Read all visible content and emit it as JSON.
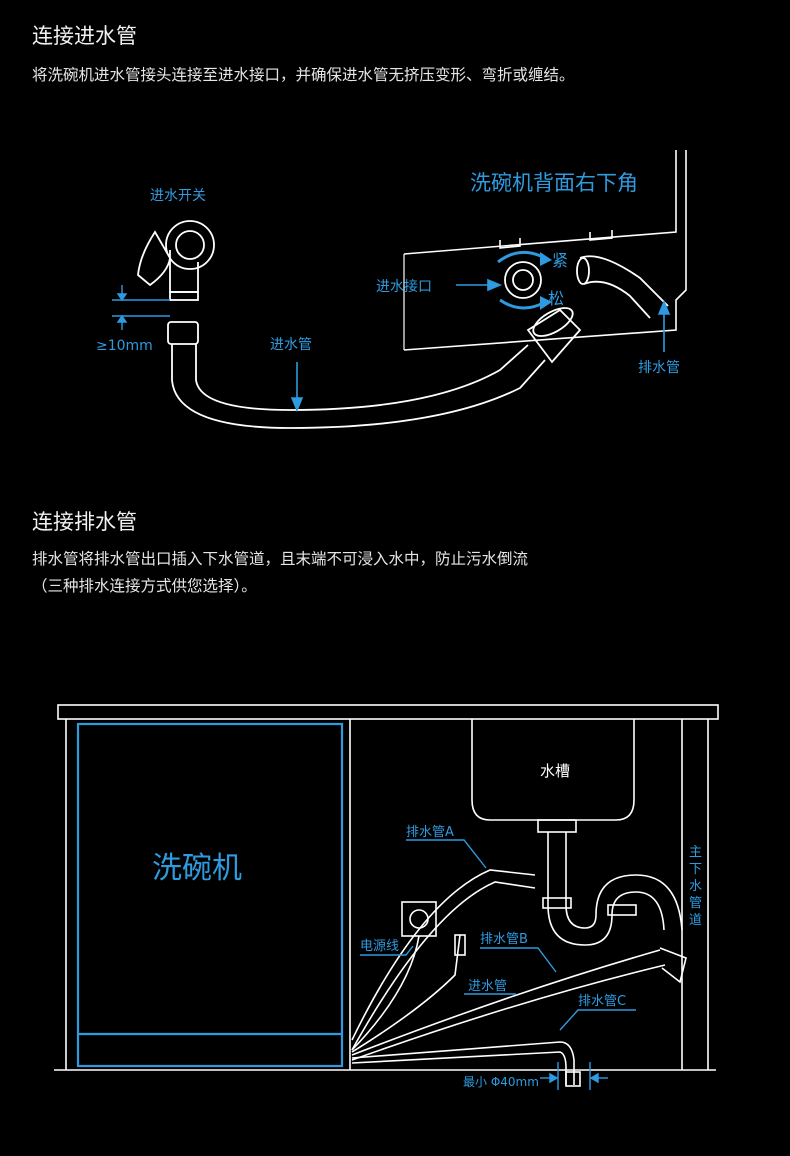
{
  "section1": {
    "title": "连接进水管",
    "desc": "将洗碗机进水管接头连接至进水接口，并确保进水管无挤压变形、弯折或缠结。",
    "diagram": {
      "corner_title": "洗碗机背面右下角",
      "label_inlet_switch": "进水开关",
      "label_gap": "≥10mm",
      "label_inlet_hose": "进水管",
      "label_inlet_port": "进水接口",
      "label_tight": "紧",
      "label_loose": "松",
      "label_drain_hose": "排水管"
    }
  },
  "section2": {
    "title": "连接排水管",
    "desc_line1": "排水管将排水管出口插入下水管道，且末端不可浸入水中，防止污水倒流",
    "desc_line2": "（三种排水连接方式供您选择）。",
    "diagram": {
      "dishwasher": "洗碗机",
      "sink": "水槽",
      "main_drain": [
        "主",
        "下",
        "水",
        "管",
        "道"
      ],
      "drain_a": "排水管A",
      "drain_b": "排水管B",
      "drain_c": "排水管C",
      "power_cord": "电源线",
      "inlet_hose": "进水管",
      "min_diameter": "最小 Φ40mm"
    }
  },
  "colors": {
    "accent": "#2e9be0",
    "line": "#ffffff",
    "background": "#000000"
  }
}
